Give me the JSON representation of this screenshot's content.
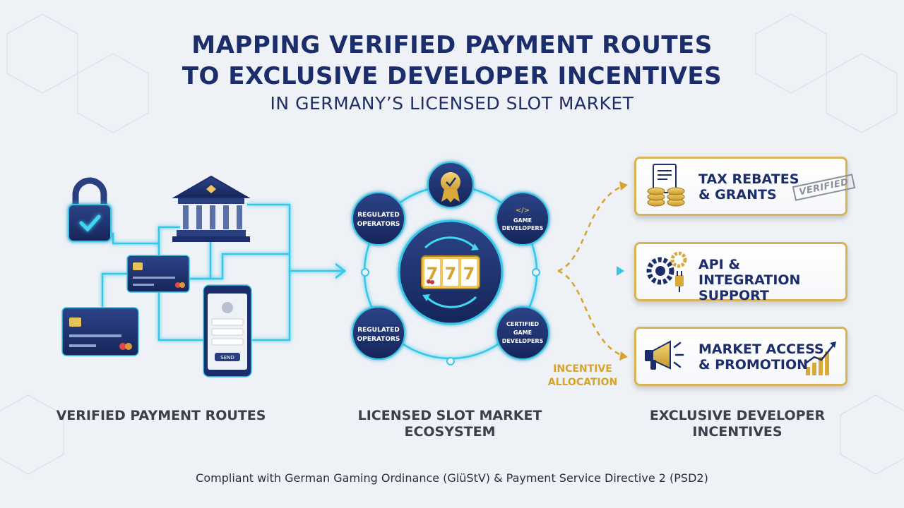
{
  "title": {
    "line1": "MAPPING VERIFIED PAYMENT ROUTES",
    "line2": "TO EXCLUSIVE DEVELOPER INCENTIVES",
    "line3": "IN GERMANY’S LICENSED SLOT MARKET"
  },
  "left": {
    "caption": "VERIFIED PAYMENT ROUTES",
    "phone_button": "SEND"
  },
  "center": {
    "caption": "LICENSED SLOT MARKET ECOSYSTEM",
    "nodes": [
      {
        "label": "REGULATED OPERATORS"
      },
      {
        "label": "GAME DEVELOPERS"
      },
      {
        "label": "REGULATED OPERATORS"
      },
      {
        "label": "CERTIFIED GAME DEVELOPERS"
      }
    ],
    "reels": [
      "7",
      "7",
      "7"
    ]
  },
  "right": {
    "caption": "EXCLUSIVE DEVELOPER INCENTIVES",
    "incentive_allocation": "INCENTIVE ALLOCATION",
    "cards": [
      {
        "line1": "TAX REBATES",
        "line2": "& GRANTS",
        "stamp": "VERIFIED"
      },
      {
        "line1": "API & INTEGRATION",
        "line2": "SUPPORT"
      },
      {
        "line1": "MARKET ACCESS",
        "line2": "& PROMOTION"
      }
    ]
  },
  "footer": "Compliant with German Gaming Ordinance (GlüStV) & Payment Service Directive 2 (PSD2)",
  "colors": {
    "navy": "#1b2d6b",
    "cyan": "#36c7e8",
    "gold": "#d9b456",
    "background": "#eef1f6"
  }
}
